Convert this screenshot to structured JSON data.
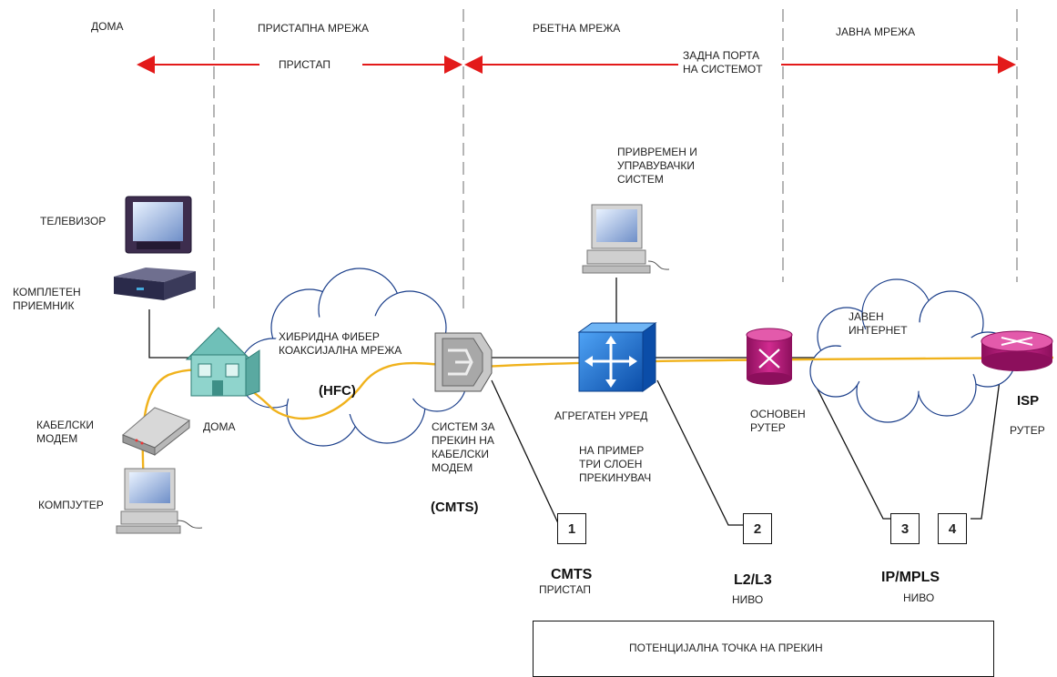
{
  "zones": {
    "home": "ДОМА",
    "access_network": "ПРИСТАПНА МРЕЖА",
    "backbone_network": "РБЕТНА МРЕЖА",
    "public_network": "ЈАВНА МРЕЖА"
  },
  "arrows": {
    "access": "ПРИСТАП",
    "system_back_port": "ЗАДНА ПОРТА\nНА СИСТЕМОТ"
  },
  "devices": {
    "tv": "ТЕЛЕВИЗОР",
    "settop": "КОМПЛЕТЕН\nПРИЕМНИК",
    "cable_modem": "КАБЕЛСКИ\nМОДЕМ",
    "computer": "КОМПЈУТЕР",
    "home": "ДОМА",
    "hfc_cloud": "ХИБРИДНА ФИБЕР\nКОАКСИЈАЛНА МРЕЖА",
    "hfc_abbr": "(HFC)",
    "cmts_desc": "СИСТЕМ ЗА\nПРЕКИН НА\nКАБЕЛСКИ\nМОДЕМ",
    "cmts_abbr": "(CMTS)",
    "mgmt_system": "ПРИВРЕМЕН И\nУПРАВУВАЧКИ\nСИСТЕМ",
    "aggregation": "АГРЕГАТЕН УРЕД",
    "switch_example": "НА ПРИМЕР\nТРИ СЛОЕН\nПРЕКИНУВАЧ",
    "core_router": "ОСНОВЕН\nРУТЕР",
    "internet": "ЈАВЕН\nИНТЕРНЕТ",
    "isp": "ISP",
    "isp_router": "РУТЕР"
  },
  "points": [
    {
      "num": "1",
      "title": "CMTS",
      "sub": "ПРИСТАП"
    },
    {
      "num": "2",
      "title": "L2/L3",
      "sub": "НИВО"
    },
    {
      "num": "3",
      "title": "IP/MPLS",
      "sub": "НИВО"
    },
    {
      "num": "4"
    }
  ],
  "legend": "ПОТЕНЦИЈАЛНА ТОЧКА НА ПРЕКИН",
  "colors": {
    "arrow": "#e31a1a",
    "divider": "#b5b5b5",
    "signal": "#f0b21c",
    "house": "#8fd4cc",
    "switch": "#1764c8",
    "router": "#b01a74"
  }
}
